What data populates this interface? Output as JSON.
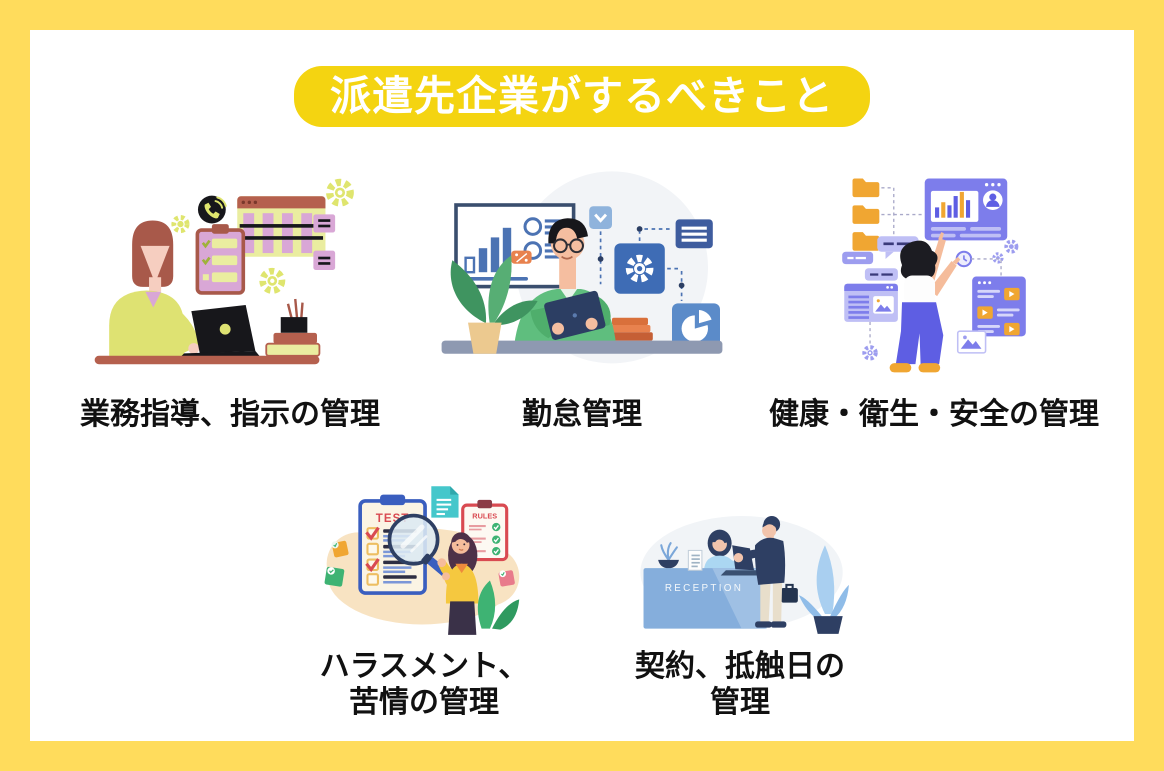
{
  "title": {
    "text": "派遣先企業がするべきこと"
  },
  "palette": {
    "border_yellow": "#FFDC5C",
    "badge_yellow": "#F4D411",
    "label_black": "#111111",
    "canvas_white": "#FFFFFF"
  },
  "items": [
    {
      "label": "業務指導、指示の管理",
      "illustration": "woman-working-at-laptop-with-checklist-and-schedule"
    },
    {
      "label": "勤怠管理",
      "illustration": "man-holding-tablet-with-charts-gears-and-pie"
    },
    {
      "label": "健康・衛生・安全の管理",
      "illustration": "woman-pointing-at-dashboards-folders-and-messages"
    },
    {
      "label": "ハラスメント、\n苦情の管理",
      "illustration": "test-checklist-with-magnifying-glass-and-rules-clipboard"
    },
    {
      "label": "契約、抵触日の\n管理",
      "illustration": "reception-desk-meeting-between-visitor-and-receptionist"
    }
  ],
  "illustration_texts": {
    "test": "TEST",
    "rules": "RULES",
    "reception": "RECEPTION"
  }
}
